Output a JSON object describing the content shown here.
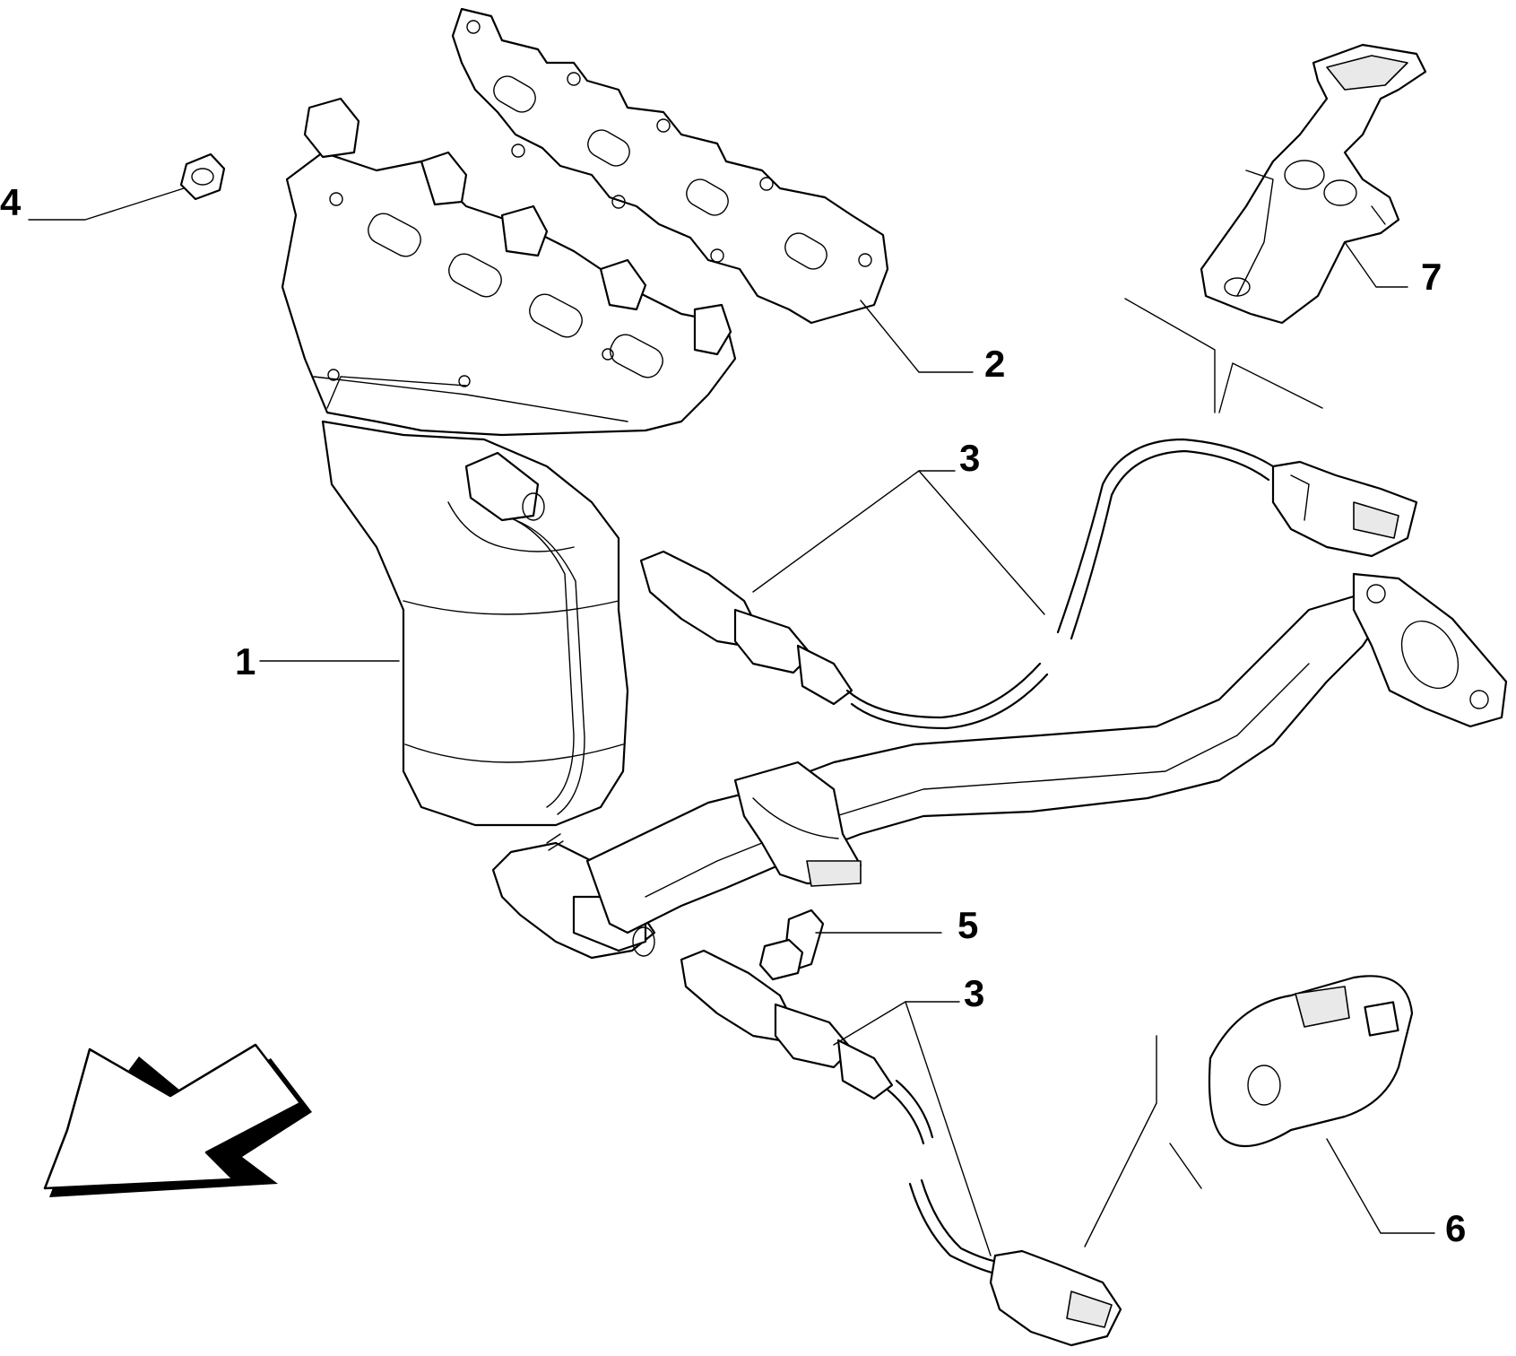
{
  "callouts": [
    {
      "id": "1",
      "text": "1"
    },
    {
      "id": "2",
      "text": "2"
    },
    {
      "id": "3a",
      "text": "3"
    },
    {
      "id": "3b",
      "text": "3"
    },
    {
      "id": "4",
      "text": "4"
    },
    {
      "id": "5",
      "text": "5"
    },
    {
      "id": "6",
      "text": "6"
    },
    {
      "id": "7",
      "text": "7"
    }
  ],
  "colors": {
    "line": "#000000",
    "background": "#ffffff",
    "shade": "#e9e9e9"
  }
}
